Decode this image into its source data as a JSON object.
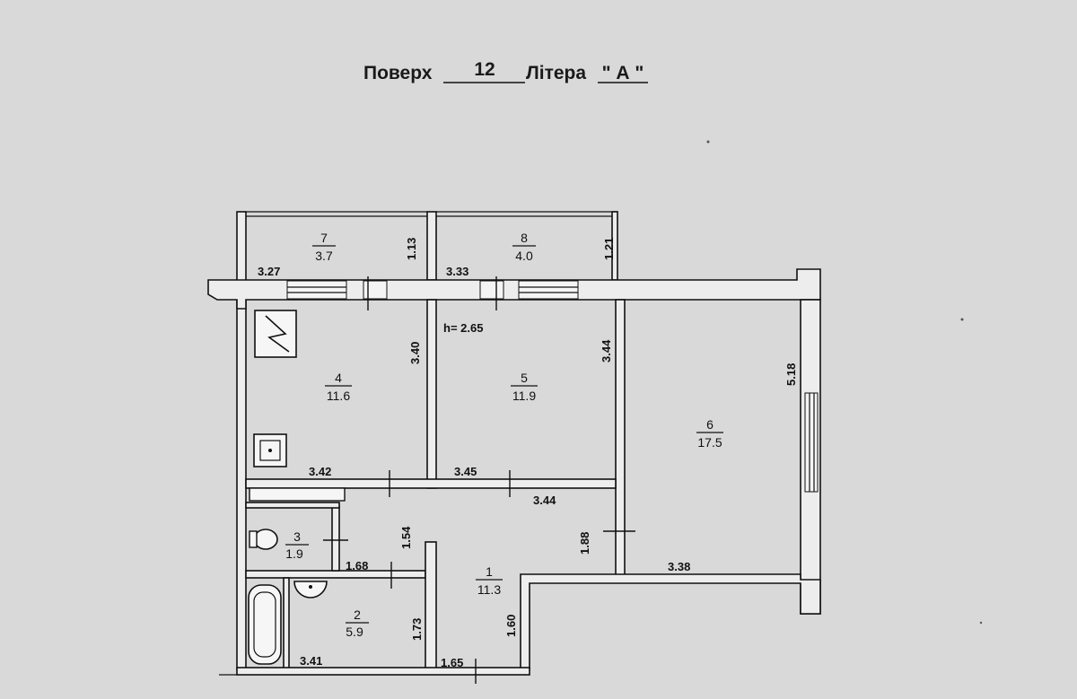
{
  "header": {
    "floor_label": "Поверх",
    "floor_value": "12",
    "letter_label": "Літера",
    "letter_value": "\" А \""
  },
  "ceiling_height": "h= 2.65",
  "rooms": [
    {
      "number": "1",
      "area": "11.3"
    },
    {
      "number": "2",
      "area": "5.9"
    },
    {
      "number": "3",
      "area": "1.9"
    },
    {
      "number": "4",
      "area": "11.6"
    },
    {
      "number": "5",
      "area": "11.9"
    },
    {
      "number": "6",
      "area": "17.5"
    },
    {
      "number": "7",
      "area": "3.7"
    },
    {
      "number": "8",
      "area": "4.0"
    }
  ],
  "dimensions": {
    "d7_w": "3.27",
    "d7_h": "1.13",
    "d8_w": "3.33",
    "d8_h": "1.21",
    "d4_h": "3.40",
    "d4_w": "3.42",
    "d5_h": "3.44",
    "d5_w": "3.45",
    "d6_h": "5.18",
    "d6_w": "3.38",
    "hall_w": "3.44",
    "hall_h": "1.54",
    "d3_w": "1.68",
    "d1_h": "1.88",
    "d2_h": "1.73",
    "d2_w": "3.41",
    "d1_lower_h": "1.60",
    "d1_lower_w": "1.65"
  }
}
